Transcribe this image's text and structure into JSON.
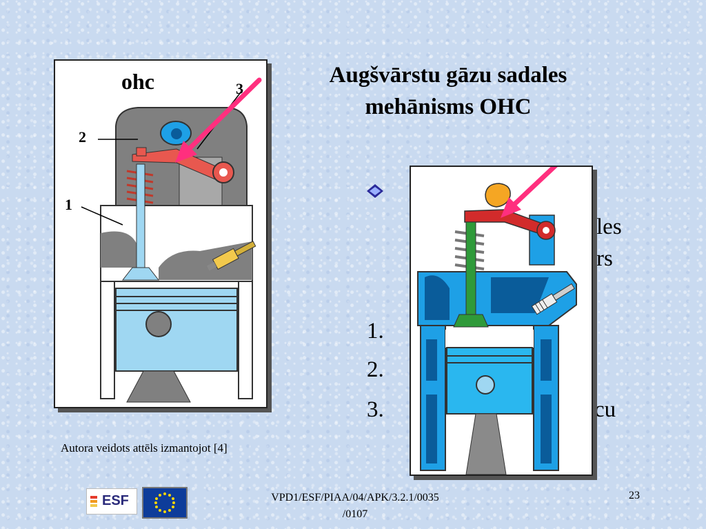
{
  "slide": {
    "title_line1": "Augšvārstu gāzu sadales",
    "title_line2": "mehānisms OHC",
    "caption": "Autora veidots attēls izmantojot [4]",
    "footer_code_line1": "VPD1/ESF/PIAA/04/APK/3.2.1/0035",
    "footer_code_line2": "/0107",
    "page_number": "23"
  },
  "figure1": {
    "label": "ohc",
    "callouts": [
      "1",
      "2",
      "3"
    ]
  },
  "body_text": {
    "fragment_line2": "les",
    "fragment_line3": "rs",
    "list": [
      {
        "marker": "1.",
        "text": ""
      },
      {
        "marker": "2.",
        "text": ""
      },
      {
        "marker": "3.",
        "text": "cu"
      }
    ]
  },
  "logos": {
    "esf_text": "ESF"
  },
  "colors": {
    "background": "#c9daf0",
    "arrow": "#ff2f7e",
    "rocker": "#e8584f",
    "cylinder_blue": "#1ea0e6",
    "piston_blue": "#9fd7f2",
    "valve_green": "#2f9a3a"
  },
  "icons": {
    "bullet": "diamond-bullet-icon"
  }
}
